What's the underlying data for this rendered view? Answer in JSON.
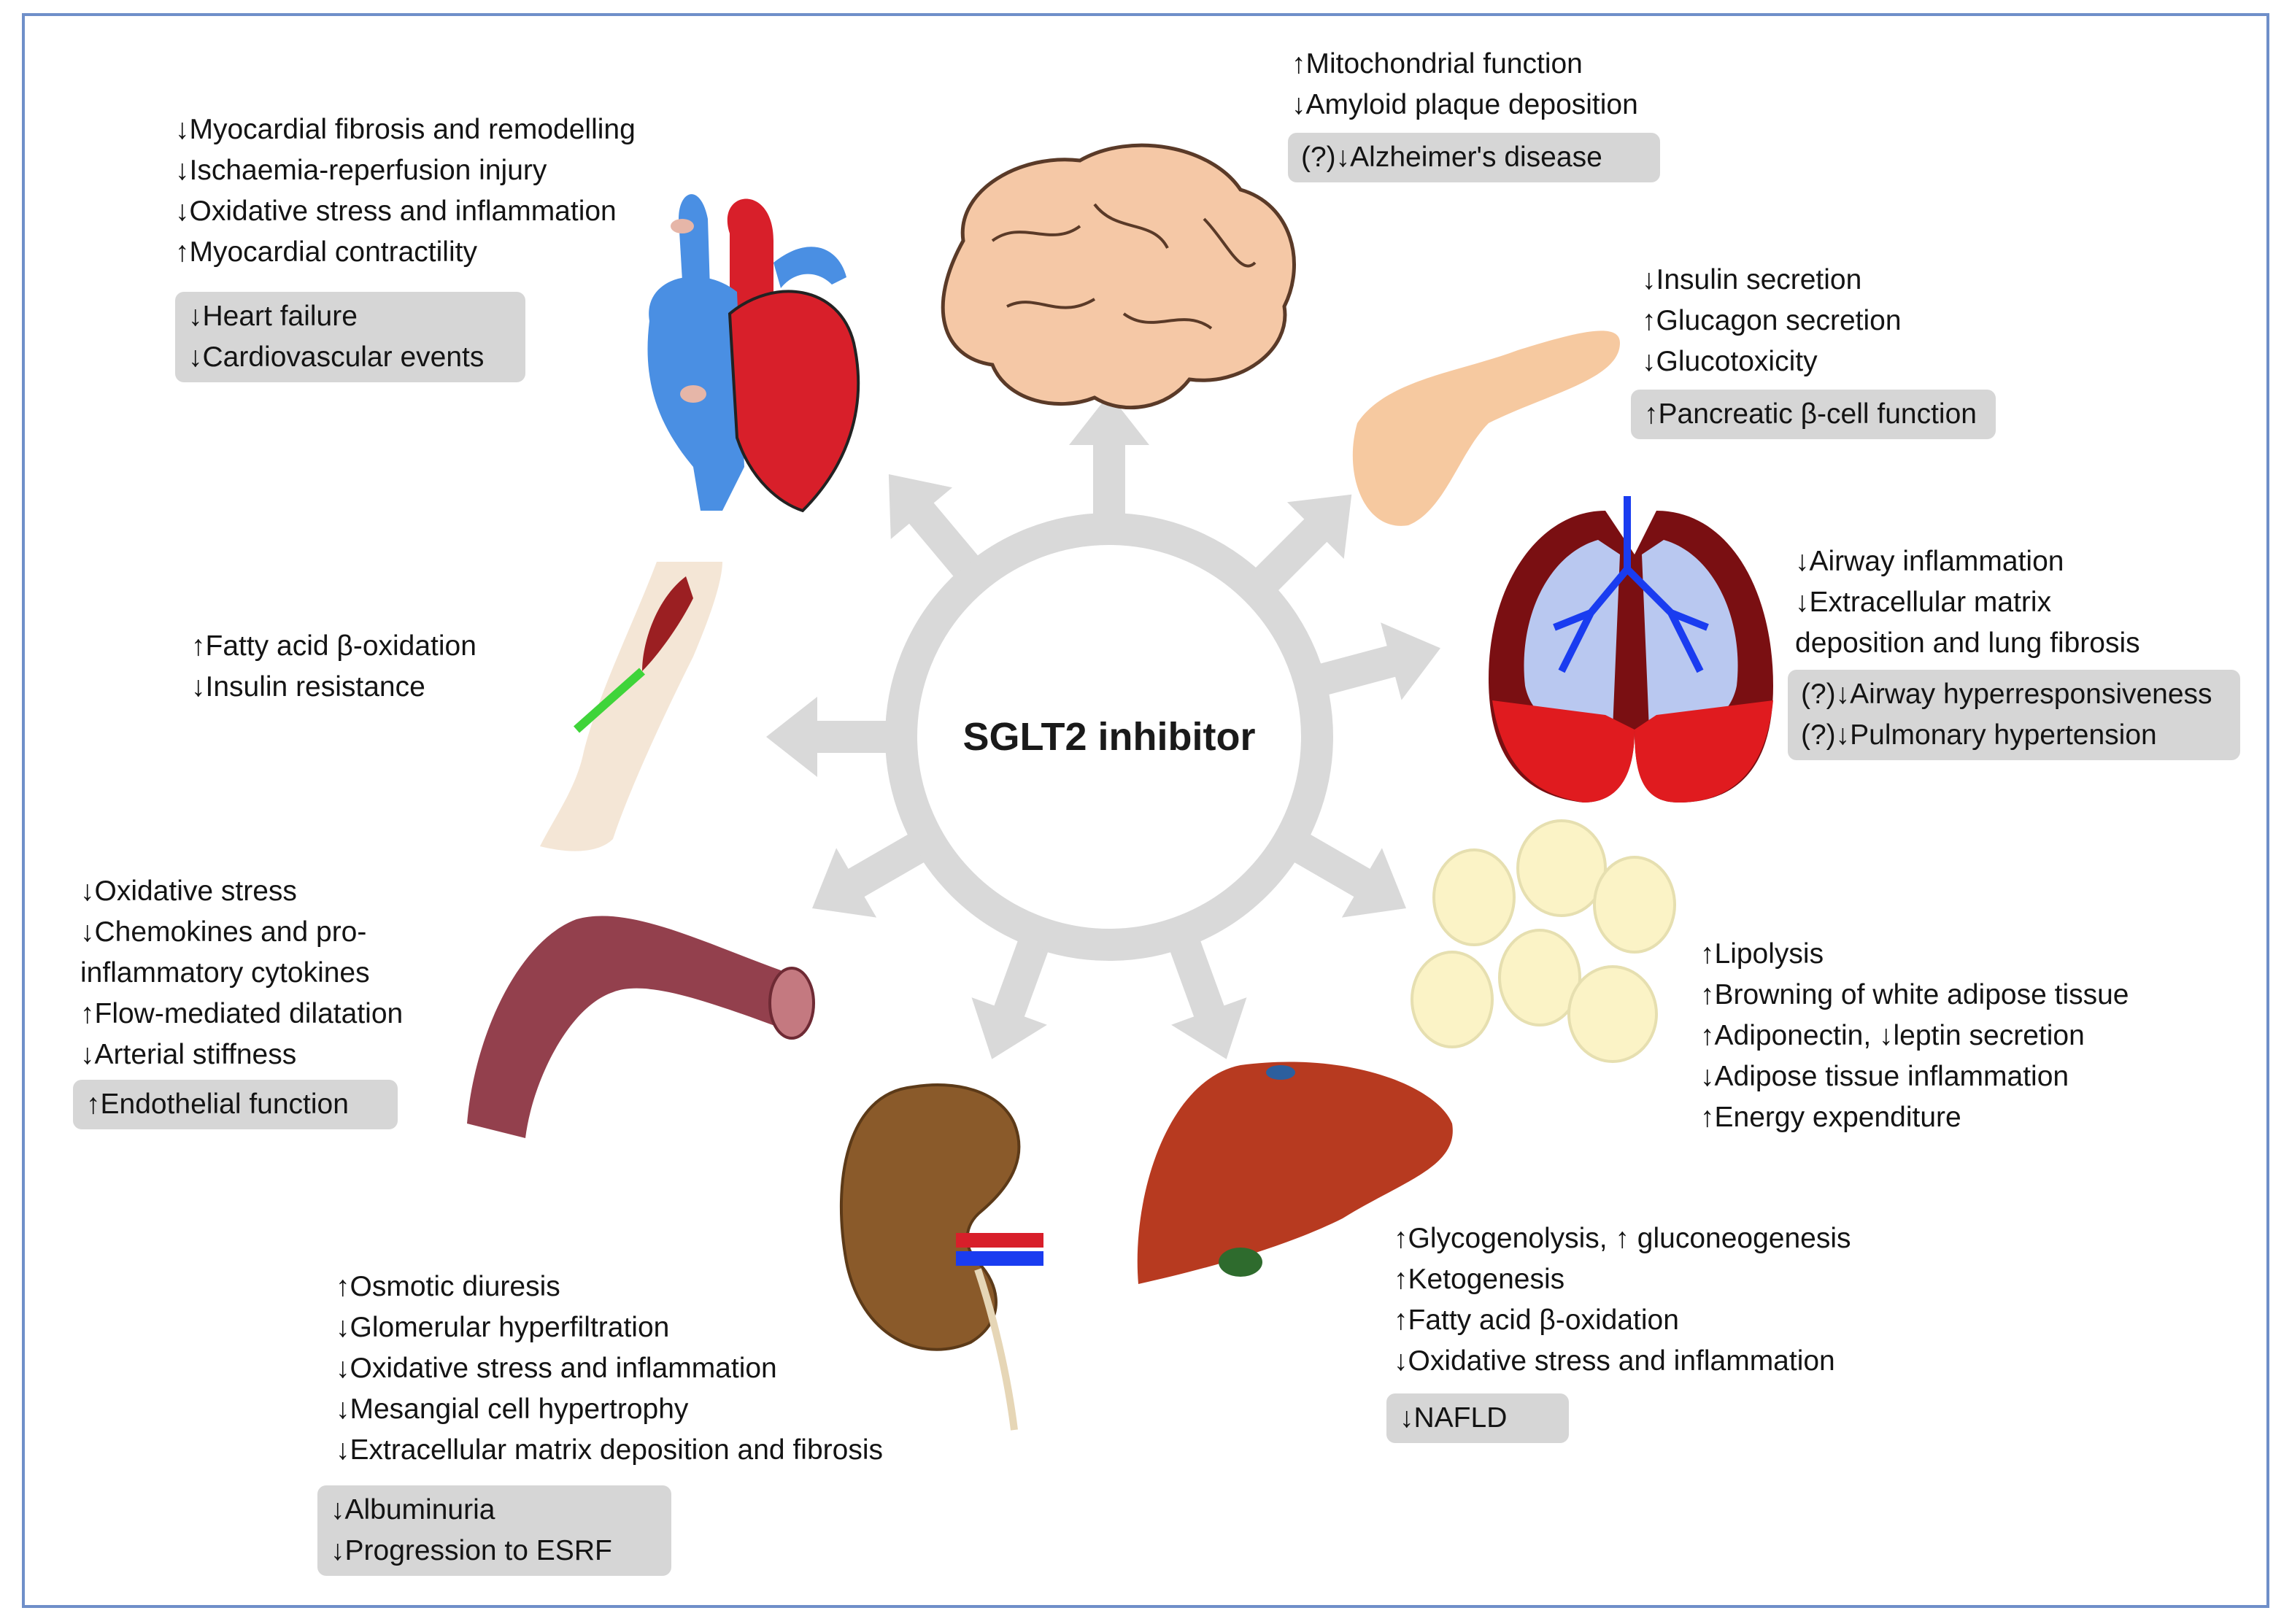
{
  "colors": {
    "frame": "#6f8fc9",
    "hub": "#d9d9d9",
    "outcome_box": "#d6d6d6",
    "text": "#141414"
  },
  "center": {
    "label": "SGLT2 inhibitor"
  },
  "organs": {
    "heart": {
      "icon": "heart-icon",
      "effects": [
        "↓Myocardial fibrosis and remodelling",
        "↓Ischaemia-reperfusion injury",
        "↓Oxidative stress and inflammation",
        "↑Myocardial contractility"
      ],
      "outcomes": [
        "↓Heart failure",
        "↓Cardiovascular events"
      ]
    },
    "brain": {
      "icon": "brain-icon",
      "effects": [
        "↑Mitochondrial function",
        "↓Amyloid plaque deposition"
      ],
      "outcomes": [
        "(?)↓Alzheimer's disease"
      ]
    },
    "pancreas": {
      "icon": "pancreas-icon",
      "effects": [
        "↓Insulin secretion",
        "↑Glucagon secretion",
        "↓Glucotoxicity"
      ],
      "outcomes": [
        "↑Pancreatic β-cell function"
      ]
    },
    "lungs": {
      "icon": "lungs-icon",
      "effects": [
        "↓Airway inflammation",
        "↓Extracellular matrix",
        "deposition and lung fibrosis"
      ],
      "outcomes": [
        "(?)↓Airway hyperresponsiveness",
        "(?)↓Pulmonary hypertension"
      ]
    },
    "muscle": {
      "icon": "leg-muscle-icon",
      "effects": [
        "↑Fatty acid β-oxidation",
        "↓Insulin resistance"
      ],
      "outcomes": []
    },
    "adipose": {
      "icon": "adipose-cells-icon",
      "effects": [
        "↑Lipolysis",
        "↑Browning of white adipose tissue",
        "↑Adiponectin, ↓leptin secretion",
        "↓Adipose tissue inflammation",
        "↑Energy expenditure"
      ],
      "outcomes": []
    },
    "vessel": {
      "icon": "blood-vessel-icon",
      "effects": [
        "↓Oxidative stress",
        "↓Chemokines and pro-",
        "inflammatory cytokines",
        "↑Flow-mediated dilatation",
        "↓Arterial stiffness"
      ],
      "outcomes": [
        "↑Endothelial function"
      ]
    },
    "liver": {
      "icon": "liver-icon",
      "effects": [
        "↑Glycogenolysis, ↑ gluconeogenesis",
        "↑Ketogenesis",
        "↑Fatty acid β-oxidation",
        "↓Oxidative stress and inflammation"
      ],
      "outcomes": [
        "↓NAFLD"
      ]
    },
    "kidney": {
      "icon": "kidney-icon",
      "effects": [
        "↑Osmotic diuresis",
        "↓Glomerular hyperfiltration",
        "↓Oxidative stress and inflammation",
        "↓Mesangial cell hypertrophy",
        "↓Extracellular matrix deposition and fibrosis"
      ],
      "outcomes": [
        "↓Albuminuria",
        "↓Progression to ESRF"
      ]
    }
  }
}
